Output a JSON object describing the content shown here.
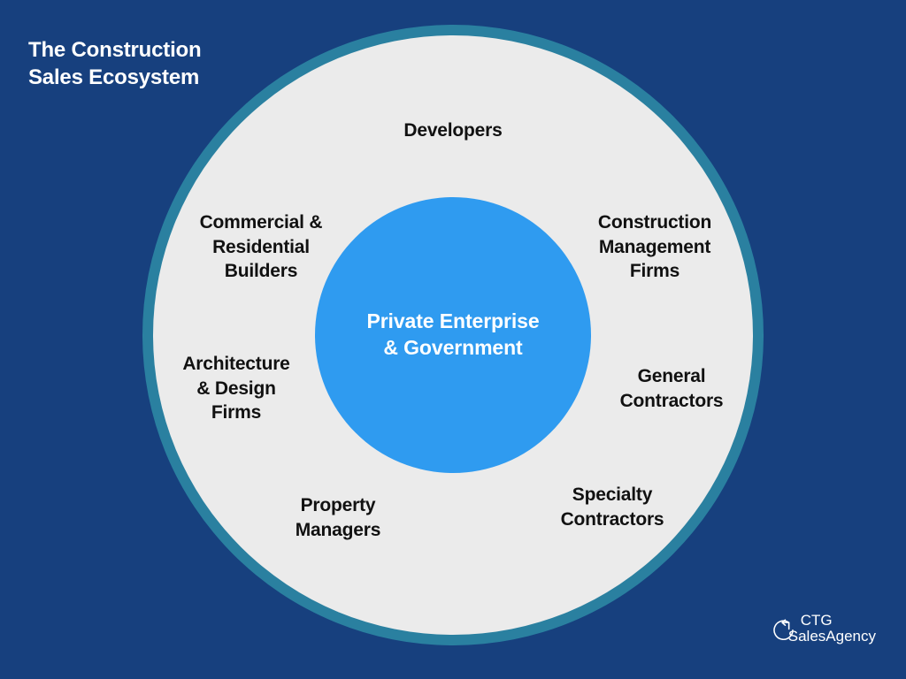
{
  "slide": {
    "title": "The Construction\nSales Ecosystem",
    "background_color": "#17407e"
  },
  "diagram": {
    "type": "concentric-circle",
    "ring_color": "#2a80a0",
    "disc_color": "#ebebeb",
    "core_color": "#2f9bf0",
    "core": {
      "label": "Private Enterprise\n& Government"
    },
    "nodes": [
      {
        "id": "developers",
        "label": "Developers"
      },
      {
        "id": "commercial-residential",
        "label": "Commercial &\nResidential\nBuilders"
      },
      {
        "id": "construction-management",
        "label": "Construction\nManagement\nFirms"
      },
      {
        "id": "architecture-design",
        "label": "Architecture\n& Design\nFirms"
      },
      {
        "id": "general-contractors",
        "label": "General\nContractors"
      },
      {
        "id": "property-managers",
        "label": "Property\nManagers"
      },
      {
        "id": "specialty-contractors",
        "label": "Specialty\nContractors"
      }
    ]
  },
  "logo": {
    "mark": "circular-arrow-icon",
    "line1": "CTG",
    "line2": "SalesAgency"
  }
}
